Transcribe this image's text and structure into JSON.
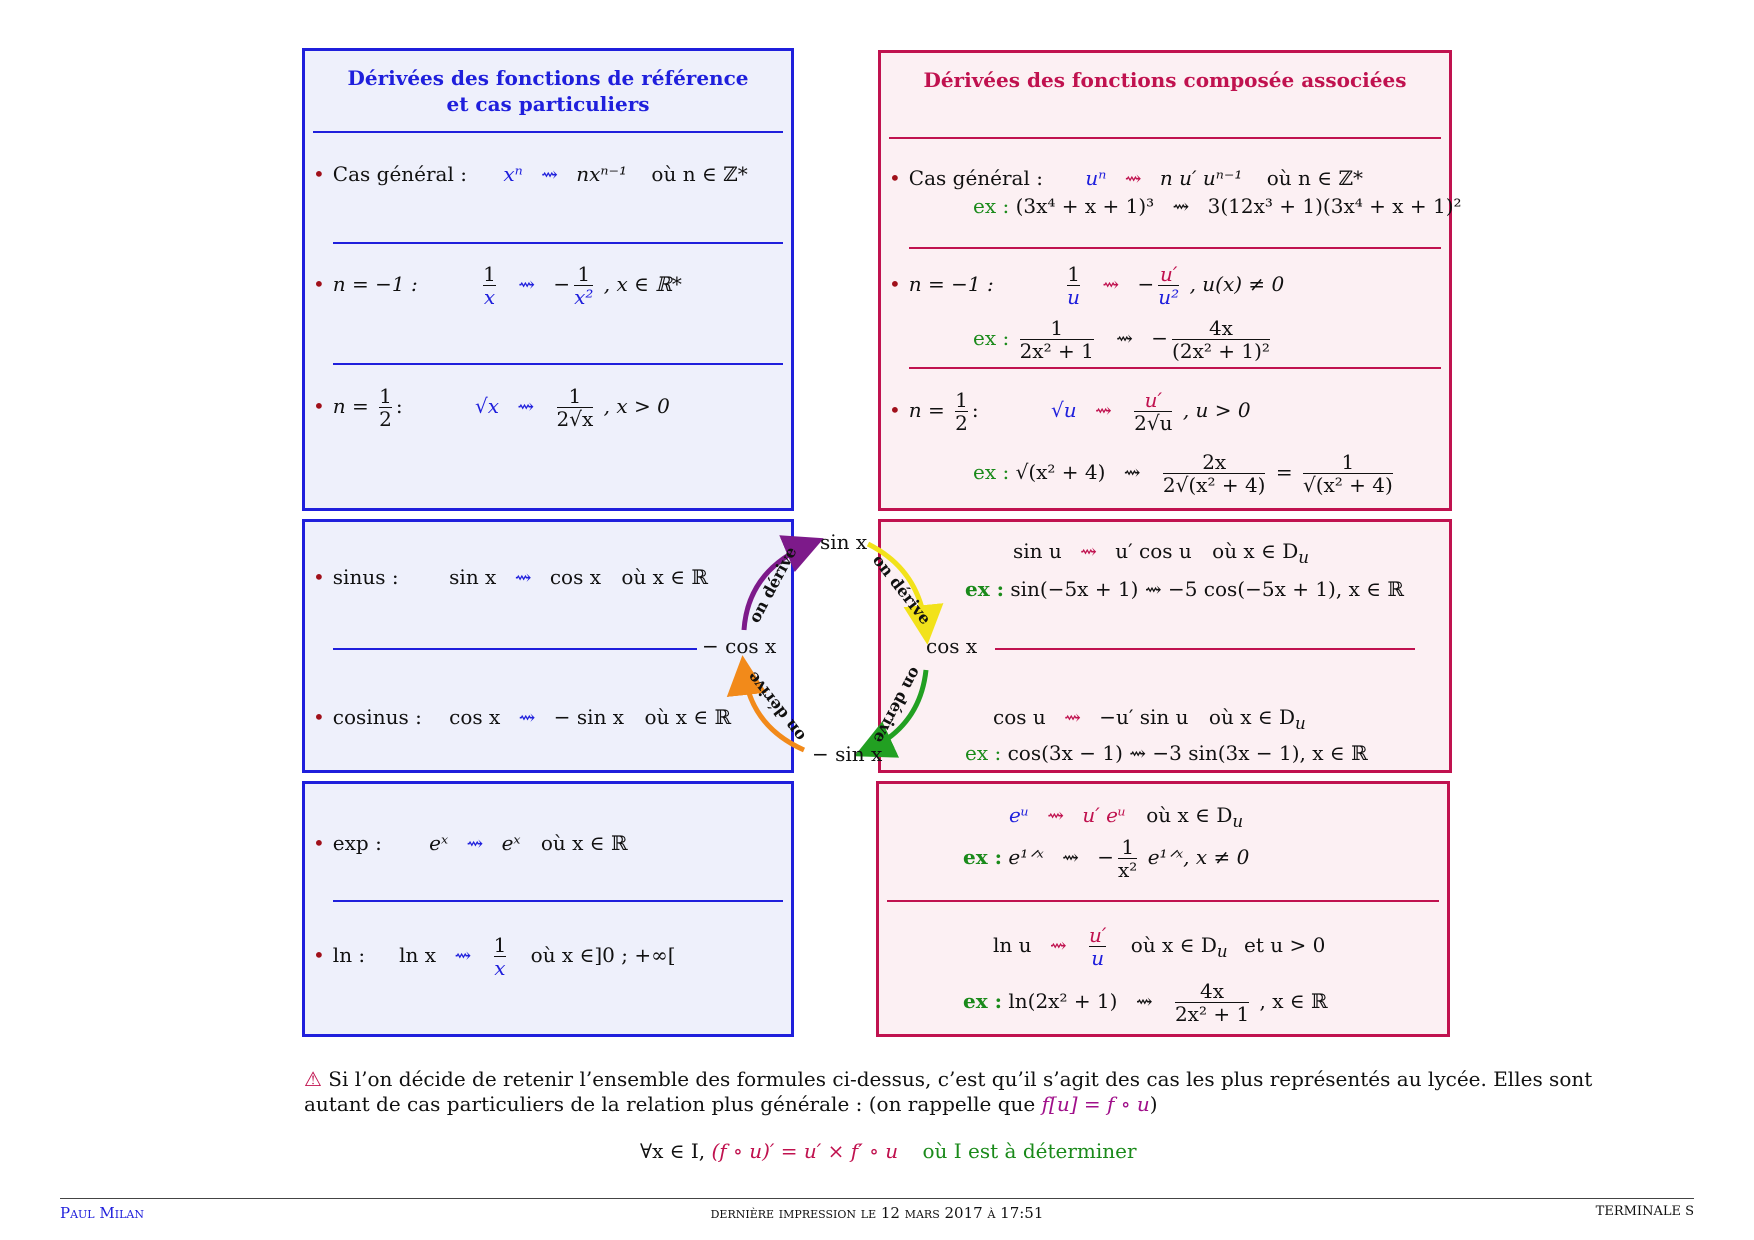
{
  "left": {
    "header_line1": "Dérivées des fonctions de référence",
    "header_line2": "et cas particuliers",
    "general": {
      "label": "Cas général :",
      "f": "xⁿ",
      "fp": "nxⁿ⁻¹",
      "cond": "où  n ∈ ℤ*"
    },
    "inverse": {
      "label": "n = −1 :",
      "num": "1",
      "den": "x",
      "rnum": "1",
      "rden": "x²",
      "cond": ",   x ∈ ℝ*"
    },
    "sqrt": {
      "label": "n =",
      "hnum": "1",
      "hden": "2",
      "f": "√x",
      "rnum": "1",
      "rden": "2√x",
      "cond": ",   x > 0"
    },
    "sinus": {
      "label": "sinus :",
      "f": "sin x",
      "fp": "cos x",
      "cond": "où  x ∈ ℝ"
    },
    "cosinus": {
      "label": "cosinus :",
      "f": "cos x",
      "fp": "− sin x",
      "cond": "où  x ∈ ℝ"
    },
    "exp": {
      "label": "exp :",
      "f": "eˣ",
      "fp": "eˣ",
      "cond": "où  x ∈ ℝ"
    },
    "ln": {
      "label": "ln :",
      "f": "ln x",
      "rnum": "1",
      "rden": "x",
      "cond": "où  x ∈]0 ; +∞["
    }
  },
  "right": {
    "header": "Dérivées des fonctions composée associées",
    "general": {
      "label": "Cas général :",
      "f": "uⁿ",
      "fp": "n u′ uⁿ⁻¹",
      "cond": "où  n ∈ ℤ*",
      "ex_label": "ex :",
      "ex_f": "(3x⁴ + x + 1)³",
      "ex_fp": "3(12x³ + 1)(3x⁴ + x + 1)²"
    },
    "inverse": {
      "label": "n = −1 :",
      "num": "1",
      "den": "u",
      "rnum": "u′",
      "rden": "u²",
      "cond": ",   u(x) ≠ 0",
      "ex_label": "ex :",
      "ex_num": "1",
      "ex_den": "2x² + 1",
      "ex_rnum": "4x",
      "ex_rden": "(2x² + 1)²"
    },
    "sqrt": {
      "label": "n =",
      "hnum": "1",
      "hden": "2",
      "f": "√u",
      "rnum": "u′",
      "rden": "2√u",
      "cond": ",   u > 0",
      "ex_label": "ex :",
      "ex_f": "√(x² + 4)",
      "ex_rnum": "2x",
      "ex_rden": "2√(x² + 4)",
      "ex_snum": "1",
      "ex_sden": "√(x² + 4)"
    },
    "sinus": {
      "f": "sin u",
      "fp": "u′ cos u",
      "cond": "où  x ∈ D",
      "ex_label": "ex :",
      "ex": "sin(−5x + 1)   ⇝   −5 cos(−5x + 1),  x ∈ ℝ"
    },
    "cosinus": {
      "f": "cos u",
      "fp": "−u′ sin u",
      "cond": "où  x ∈ D",
      "ex_label": "ex :",
      "ex": "cos(3x − 1)   ⇝   −3 sin(3x − 1),  x ∈ ℝ"
    },
    "exp": {
      "f": "eᵘ",
      "fp": "u′ eᵘ",
      "cond": "où  x ∈ D",
      "ex_label": "ex :",
      "ex_f": "e¹ᐟˣ",
      "ex_num": "1",
      "ex_den": "x²",
      "ex_tail": "e¹ᐟˣ,  x ≠ 0"
    },
    "ln": {
      "f": "ln u",
      "rnum": "u′",
      "rden": "u",
      "cond": "où  x ∈ D",
      "cond2": "et   u > 0",
      "ex_label": "ex :",
      "ex_f": "ln(2x² + 1)",
      "ex_rnum": "4x",
      "ex_rden": "2x² + 1",
      "ex_tail": ",  x ∈ ℝ"
    }
  },
  "cycle": {
    "top": "sin x",
    "right": "cos x",
    "bottom": "− sin x",
    "left": "− cos x",
    "arrow_label": "on dérive",
    "colors": {
      "purple": "#7d1a8a",
      "yellow": "#f2e21a",
      "green": "#22a022",
      "orange": "#f28a1a"
    }
  },
  "note": {
    "line1": "Si l’on décide de retenir l’ensemble des formules ci-dessus, c’est qu’il s’agit des cas les plus représentés au lycée. Elles sont",
    "line2": "autant de cas particuliers de la relation plus générale :  (on rappelle que ",
    "rappel": "f[u] = f ∘ u",
    "line2_end": ")",
    "formula_pre": "∀x ∈ I,  ",
    "formula": "(f ∘ u)′ = u′ × f′ ∘ u",
    "formula_post": "où I est à déterminer"
  },
  "footer": {
    "author": "Paul Milan",
    "center": "dernière impression le  12 mars 2017  à  17:51",
    "right": "terminale s"
  },
  "colors": {
    "blue": "#1f1fdc",
    "red": "#c0124f",
    "green": "#1a8a1a"
  }
}
